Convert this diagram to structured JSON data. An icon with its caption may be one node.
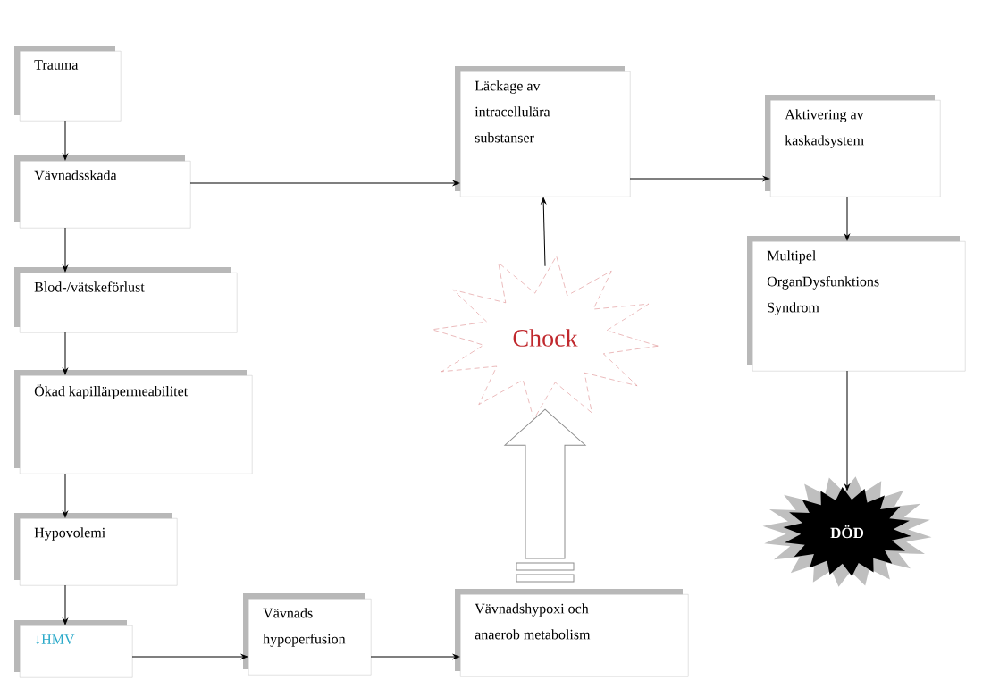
{
  "diagram": {
    "nodes": [
      {
        "text": [
          "Trauma"
        ]
      },
      {
        "text": [
          "Vävnadsskada"
        ]
      },
      {
        "text": [
          "Blod-/vätskeförlust"
        ]
      },
      {
        "text": [
          "Ökad kapillärpermeabilitet"
        ]
      },
      {
        "text": [
          "Hypovolemi"
        ]
      },
      {
        "text": [
          "↓HMV"
        ]
      },
      {
        "text": [
          "Vävnads hypoperfusion"
        ]
      },
      {
        "text": [
          "Vävnadshypoxi och anaerob metabolism"
        ]
      },
      {
        "text": [
          "Chock"
        ]
      },
      {
        "text": [
          "Läckage av intracellulära substanser"
        ]
      },
      {
        "text": [
          "Aktivering av kaskadsystem"
        ]
      },
      {
        "text": [
          "Multipel OrganDysfunktions Syndrom"
        ]
      },
      {
        "text": [
          "DÖD"
        ]
      }
    ],
    "edges": [
      {
        "from": 0,
        "to": 1,
        "arrow": "to"
      },
      {
        "from": 1,
        "to": 2,
        "arrow": "to"
      },
      {
        "from": 2,
        "to": 3,
        "arrow": "to"
      },
      {
        "from": 3,
        "to": 4,
        "arrow": "to"
      },
      {
        "from": 4,
        "to": 5,
        "arrow": "to"
      },
      {
        "from": 5,
        "to": 6,
        "arrow": "to"
      },
      {
        "from": 6,
        "to": 7,
        "arrow": "to"
      },
      {
        "from": 7,
        "to": 8,
        "arrow": "to",
        "style": "thick"
      },
      {
        "from": 8,
        "to": 9,
        "arrow": "to"
      },
      {
        "from": 1,
        "to": 9,
        "arrow": "to"
      },
      {
        "from": 9,
        "to": 10,
        "arrow": "to"
      },
      {
        "from": 10,
        "to": 11,
        "arrow": "to"
      },
      {
        "from": 11,
        "to": 12,
        "arrow": "to"
      }
    ]
  }
}
